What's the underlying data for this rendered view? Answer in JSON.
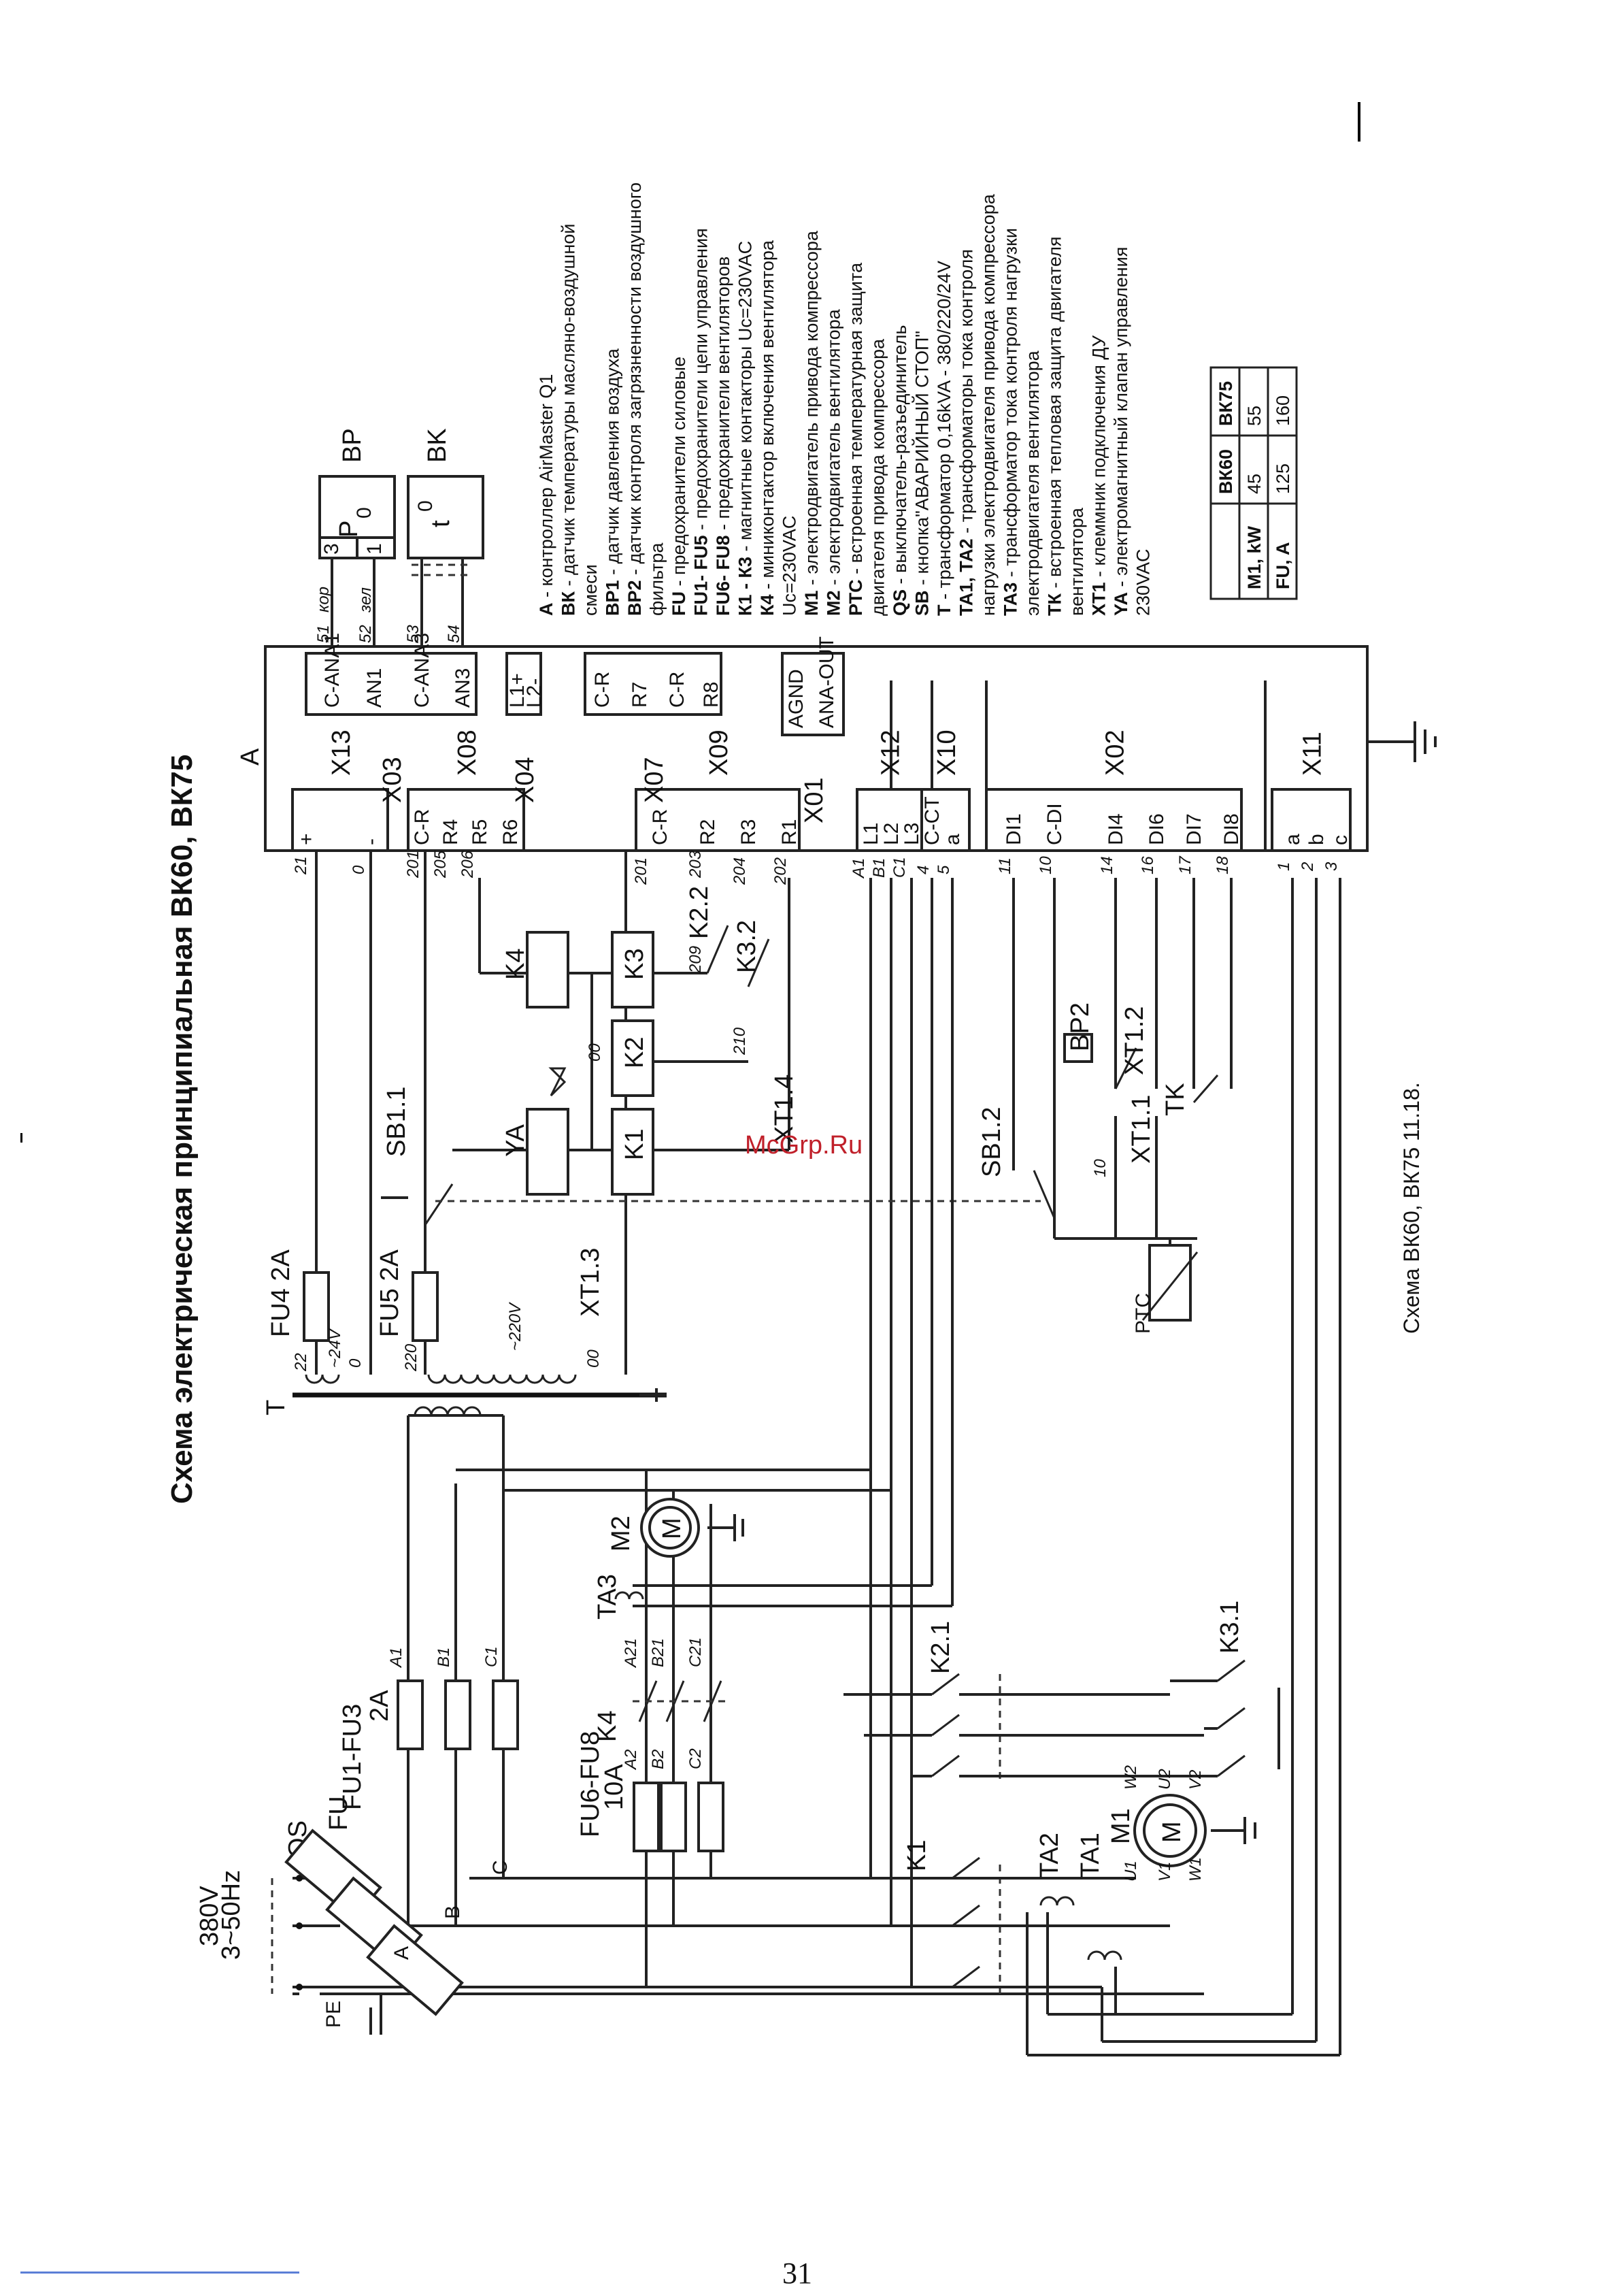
{
  "title": "Схема электрическая принципиальная ВК60, ВК75",
  "caption": "Схема ВК60, ВК75  11.18.",
  "watermark": "McGrp.Ru",
  "page_number": "31",
  "supply": {
    "voltage": "380V",
    "phase": "3~50Hz",
    "pe": "PE",
    "qs": "QS",
    "fu": "FU",
    "phases": [
      "A",
      "B",
      "C"
    ]
  },
  "components": {
    "controller": "A",
    "fu1_fu3": "FU1-FU3",
    "fu1_fu3_rating": "2A",
    "fu6_fu8": "FU6-FU8",
    "fu6_fu8_rating": "10A",
    "k4": "K4",
    "ta3": "TA3",
    "m2": "M2",
    "m1": "M1",
    "ta1": "TA1",
    "ta2": "TA2",
    "k1": "K1",
    "k2_1": "K2.1",
    "k3_1": "K3.1",
    "transformer": "T",
    "fu4": "FU4 2A",
    "fu5": "FU5 2A",
    "sb1_1": "SB1.1",
    "sb1_2": "SB1.2",
    "ya": "YA",
    "coil_k1": "K1",
    "coil_k2": "K2",
    "coil_k3": "K3",
    "coil_k4": "K4",
    "k2_2": "K2.2",
    "k3_2": "K3.2",
    "xt1_1": "XT1.1",
    "xt1_2": "XT1.2",
    "xt1_3": "XT1.3",
    "xt1_4": "XT1.4",
    "bp2": "BP2",
    "tk": "TK",
    "ptc": "PTC",
    "bp": "BP",
    "bk": "BK",
    "motor_symbol": "M",
    "bp_p": "P",
    "bp_sub": "0",
    "bk_t": "t",
    "bk_sup": "0"
  },
  "wire_labels": {
    "phase_a1": "A1",
    "phase_b1": "B1",
    "phase_c1": "C1",
    "fu6_a2": "A2",
    "fu6_b2": "B2",
    "fu6_c2": "C2",
    "k4_a21": "A21",
    "k4_b21": "B21",
    "k4_c21": "C21",
    "tr_22": "22",
    "tr_24v": "~24V",
    "tr_0": "0",
    "tr_220": "220",
    "tr_220v": "~220V",
    "tr_00": "00",
    "n21": "21",
    "n0": "0",
    "n201": "201",
    "n205": "205",
    "n206": "206",
    "n203": "203",
    "n204": "204",
    "n202": "202",
    "n209": "209",
    "n210": "210",
    "n_a1": "A1",
    "n_b1": "B1",
    "n_c1": "C1",
    "n4": "4",
    "n5": "5",
    "n11": "11",
    "n10": "10",
    "n14": "14",
    "n16": "16",
    "n17": "17",
    "n18": "18",
    "n1": "1",
    "n2": "2",
    "n3": "3",
    "n00": "00",
    "n10b": "10",
    "n51": "51",
    "n52": "52",
    "n53": "53",
    "n54": "54",
    "kor": "кор",
    "zel": "зел",
    "u1": "U1",
    "v1": "V1",
    "w1": "W1",
    "u2": "U2",
    "v2": "V2",
    "w2": "W2"
  },
  "terminals": {
    "X13": {
      "name": "X13",
      "pins": [
        "+",
        "-"
      ]
    },
    "X08": {
      "name": "X08",
      "pins": [
        "C-R",
        "R4",
        "R5",
        "R6"
      ]
    },
    "X09": {
      "name": "X09",
      "pins": [
        "C-R",
        "R2",
        "R3",
        "R1"
      ]
    },
    "X12": {
      "name": "X12",
      "pins": [
        "L1",
        "L2",
        "L3"
      ]
    },
    "X10": {
      "name": "X10",
      "pins": [
        "C-CT",
        "a"
      ]
    },
    "X02": {
      "name": "X02",
      "pins": [
        "DI1",
        "C-DI",
        "DI4",
        "DI6",
        "DI7",
        "DI8"
      ]
    },
    "X11": {
      "name": "X11",
      "pins": [
        "a",
        "b",
        "c"
      ]
    },
    "X03": {
      "name": "X03",
      "pins": [
        "C-ANA1",
        "AN1",
        "C-ANA3",
        "AN3"
      ]
    },
    "X04": {
      "name": "X04",
      "pins": [
        "L1+",
        "L2-"
      ]
    },
    "X07": {
      "name": "X07",
      "pins": [
        "C-R",
        "R7",
        "C-R",
        "R8"
      ]
    },
    "X01": {
      "name": "X01",
      "pins": [
        "AGND",
        "ANA-OUT"
      ]
    }
  },
  "sensor_pins": {
    "bp": [
      "3",
      "1"
    ]
  },
  "legend": [
    {
      "code": "A",
      "text": " - контроллер AirMaster Q1"
    },
    {
      "code": "ВК",
      "text": " - датчик температуры масляно-воздушной"
    },
    {
      "code": "",
      "text": "смеси"
    },
    {
      "code": "ВР1",
      "text": " - датчик давления воздуха"
    },
    {
      "code": "ВР2",
      "text": " - датчик контроля загрязненности воздушного"
    },
    {
      "code": "",
      "text": "фильтра"
    },
    {
      "code": "FU",
      "text": " - предохранители силовые"
    },
    {
      "code": "FU1- FU5",
      "text": " - предохранители цепи управления"
    },
    {
      "code": "FU6- FU8",
      "text": " - предохранители вентиляторов"
    },
    {
      "code": "К1 - К3",
      "text": " - магнитные контакторы Uc=230VAC"
    },
    {
      "code": "К4",
      "text": " - миниконтактор включения вентилятора"
    },
    {
      "code": "",
      "text": "Uc=230VAC"
    },
    {
      "code": "М1",
      "text": " - электродвигатель привода компрессора"
    },
    {
      "code": "М2",
      "text": " - электродвигатель вентилятора"
    },
    {
      "code": "РТС",
      "text": " - встроенная температурная защита"
    },
    {
      "code": "",
      "text": "двигателя привода компрессора"
    },
    {
      "code": "QS",
      "text": " - выключатель-разъединитель"
    },
    {
      "code": "SB",
      "text": " - кнопка\"АВАРИЙНЫЙ СТОП\""
    },
    {
      "code": "Т",
      "text": " - трансформатор  0,16kVA - 380/220/24V"
    },
    {
      "code": "ТА1, ТА2",
      "text": " - трансформаторы тока контроля"
    },
    {
      "code": "",
      "text": "нагрузки электродвигателя привода компрессора"
    },
    {
      "code": "ТА3",
      "text": " - трансформатор тока контроля нагрузки"
    },
    {
      "code": "",
      "text": "электродвигателя вентилятора"
    },
    {
      "code": "ТК",
      "text": " - встроенная тепловая защита двигателя"
    },
    {
      "code": "",
      "text": "вентилятора"
    },
    {
      "code": "ХТ1",
      "text": " - клеммник подключения ДУ"
    },
    {
      "code": "YA",
      "text": " - электромагнитный  клапан  управления"
    },
    {
      "code": "",
      "text": "230VAC"
    }
  ],
  "spec_table": {
    "headers": [
      "",
      "ВК60",
      "ВК75"
    ],
    "rows": [
      [
        "M1, kW",
        "45",
        "55"
      ],
      [
        "FU, A",
        "125",
        "160"
      ]
    ]
  }
}
